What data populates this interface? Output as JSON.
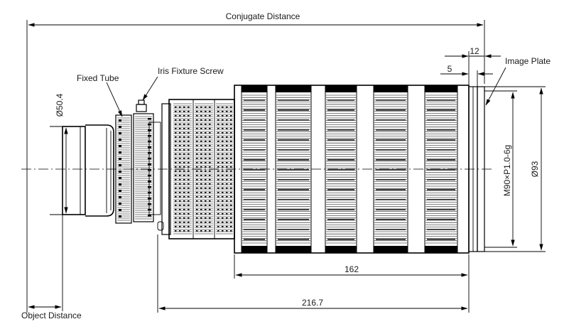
{
  "labels": {
    "conjugate_distance": "Conjugate Distance",
    "object_distance": "Object Distance",
    "fixed_tube": "Fixed Tube",
    "iris_fixture_screw": "Iris Fixture Screw",
    "image_plate": "Image Plate"
  },
  "dimensions": {
    "front_diameter": "Ø50.4",
    "rear_diameter": "Ø93",
    "thread": "M90×P1.0-6g",
    "flange_12": "12",
    "flange_5": "5",
    "body_length": "162",
    "total_length": "216.7"
  },
  "colors": {
    "line": "#000000",
    "text": "#1a1a1a",
    "background": "#ffffff"
  }
}
